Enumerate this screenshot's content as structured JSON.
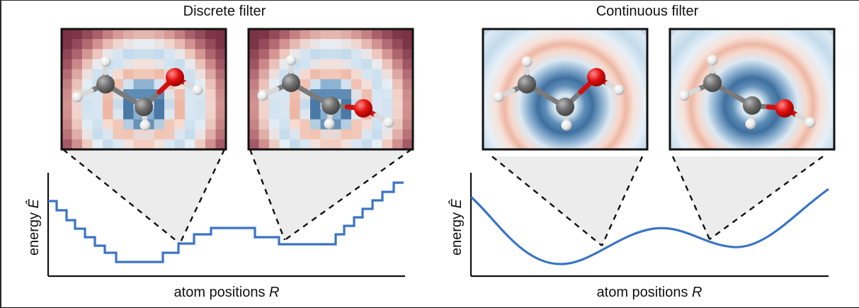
{
  "panels": [
    {
      "id": "discrete",
      "title": "Discrete filter",
      "xlabel": "atom positions ",
      "xlabel_var": "R",
      "ylabel": "energy ",
      "ylabel_var": "Ê"
    },
    {
      "id": "continuous",
      "title": "Continuous filter",
      "xlabel": "atom positions ",
      "xlabel_var": "R",
      "ylabel": "energy ",
      "ylabel_var": "Ê"
    }
  ],
  "colors": {
    "curve": "#3a74c4",
    "filter_negative": "#3f6f9e",
    "filter_light_blue": "#c9dfee",
    "filter_red": "#8a3a48",
    "filter_light_red": "#f3cbbd",
    "carbon": "#6e6e6e",
    "oxygen": "#e01010",
    "hydrogen": "#f2f2f2",
    "projection_fill": "#ececec"
  },
  "icons": {
    "molecule": "ethanol-ball-and-stick-icon"
  }
}
